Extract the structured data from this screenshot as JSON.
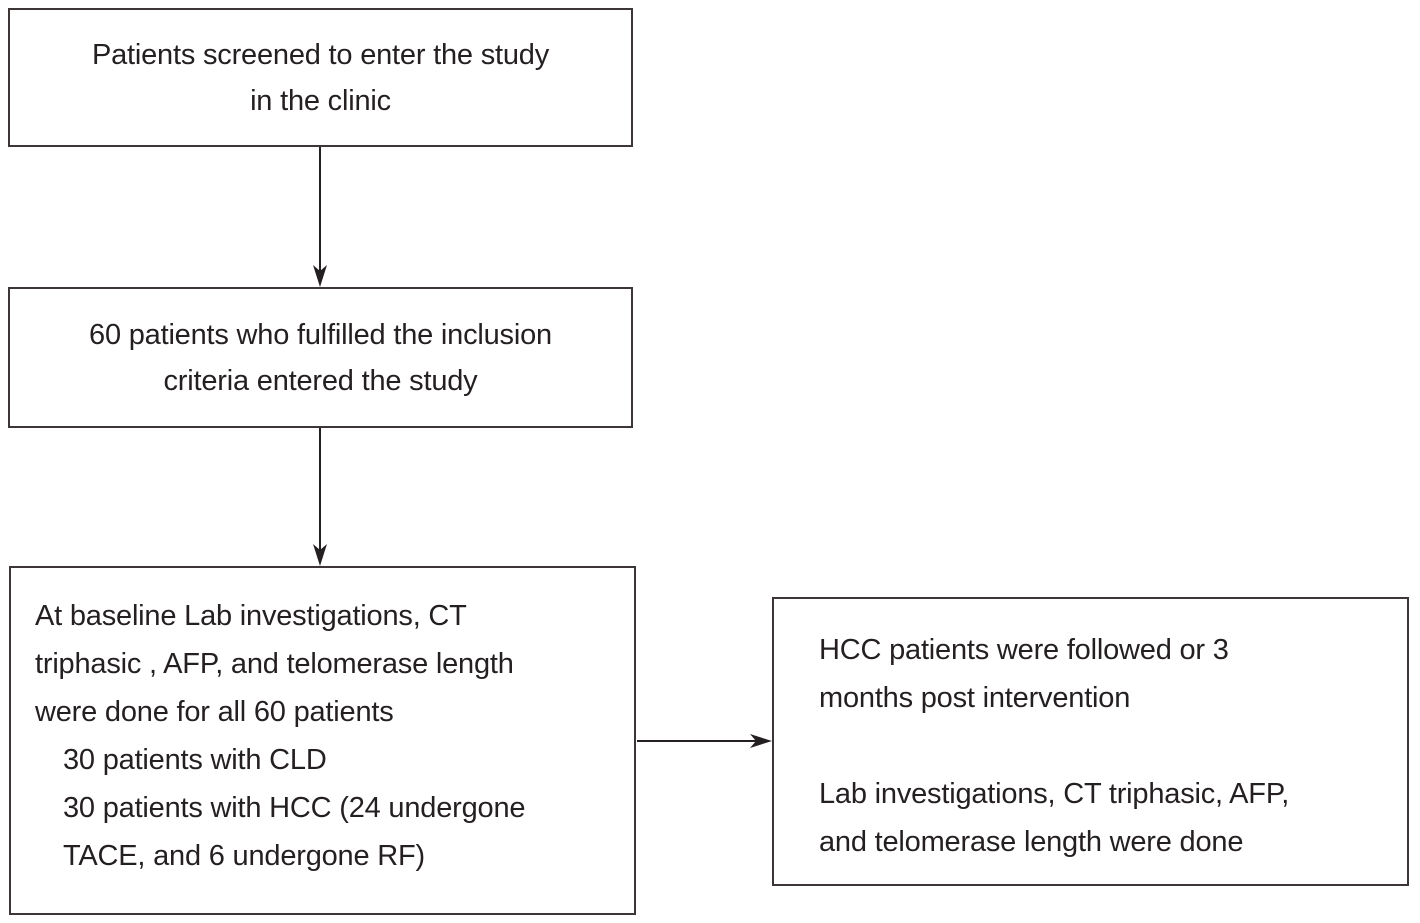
{
  "colors": {
    "ink": "#241f20",
    "border": "#3c3637",
    "background": "#ffffff"
  },
  "flowchart": {
    "screened": {
      "lines": [
        "Patients screened to enter the study",
        "in the clinic"
      ]
    },
    "inclusion": {
      "lines": [
        "60 patients who fulfilled the inclusion",
        "criteria entered the study"
      ]
    },
    "baseline": {
      "lines": [
        "At baseline Lab investigations, CT",
        "triphasic , AFP, and telomerase length",
        "were done for all 60 patients",
        "30 patients with CLD",
        "30 patients with HCC (24 undergone",
        "TACE, and 6 undergone RF)"
      ]
    },
    "followup": {
      "para1": [
        "HCC patients were followed or 3",
        "months post intervention"
      ],
      "para2": [
        "Lab investigations, CT triphasic, AFP,",
        "and telomerase length were done"
      ]
    },
    "arrows": [
      {
        "name": "screened-to-inclusion",
        "direction": "down"
      },
      {
        "name": "inclusion-to-baseline",
        "direction": "down"
      },
      {
        "name": "baseline-to-followup",
        "direction": "right"
      }
    ]
  }
}
